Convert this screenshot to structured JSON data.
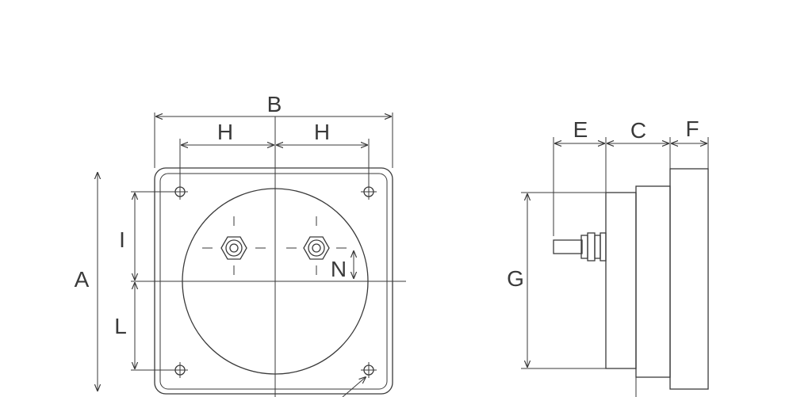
{
  "labels": {
    "A": "A",
    "B": "B",
    "H_left": "H",
    "H_right": "H",
    "I": "I",
    "L": "L",
    "N": "N",
    "E": "E",
    "C": "C",
    "F": "F",
    "G": "G"
  },
  "colors": {
    "line": "#3a3a3a",
    "background": "#ffffff"
  }
}
